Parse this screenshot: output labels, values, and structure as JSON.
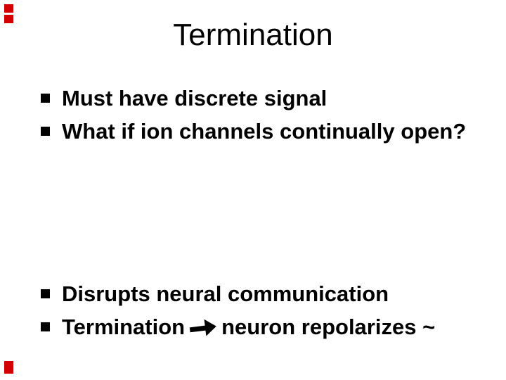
{
  "slide": {
    "title": "Termination",
    "top_bullets": [
      "Must have discrete signal",
      "What if ion channels continually open?"
    ],
    "bottom_bullets": [
      "Disrupts neural communication"
    ],
    "bottom_bullet_with_arrow": {
      "prefix": "Termination",
      "suffix": "neuron repolarizes ~"
    },
    "icons": {
      "bullet_marker": "black-square-bullet",
      "arrow": "right-arrow",
      "corner_accents": "red-corner-squares"
    },
    "colors": {
      "accent_red": "#d40000",
      "text": "#000000",
      "background": "#ffffff"
    }
  }
}
